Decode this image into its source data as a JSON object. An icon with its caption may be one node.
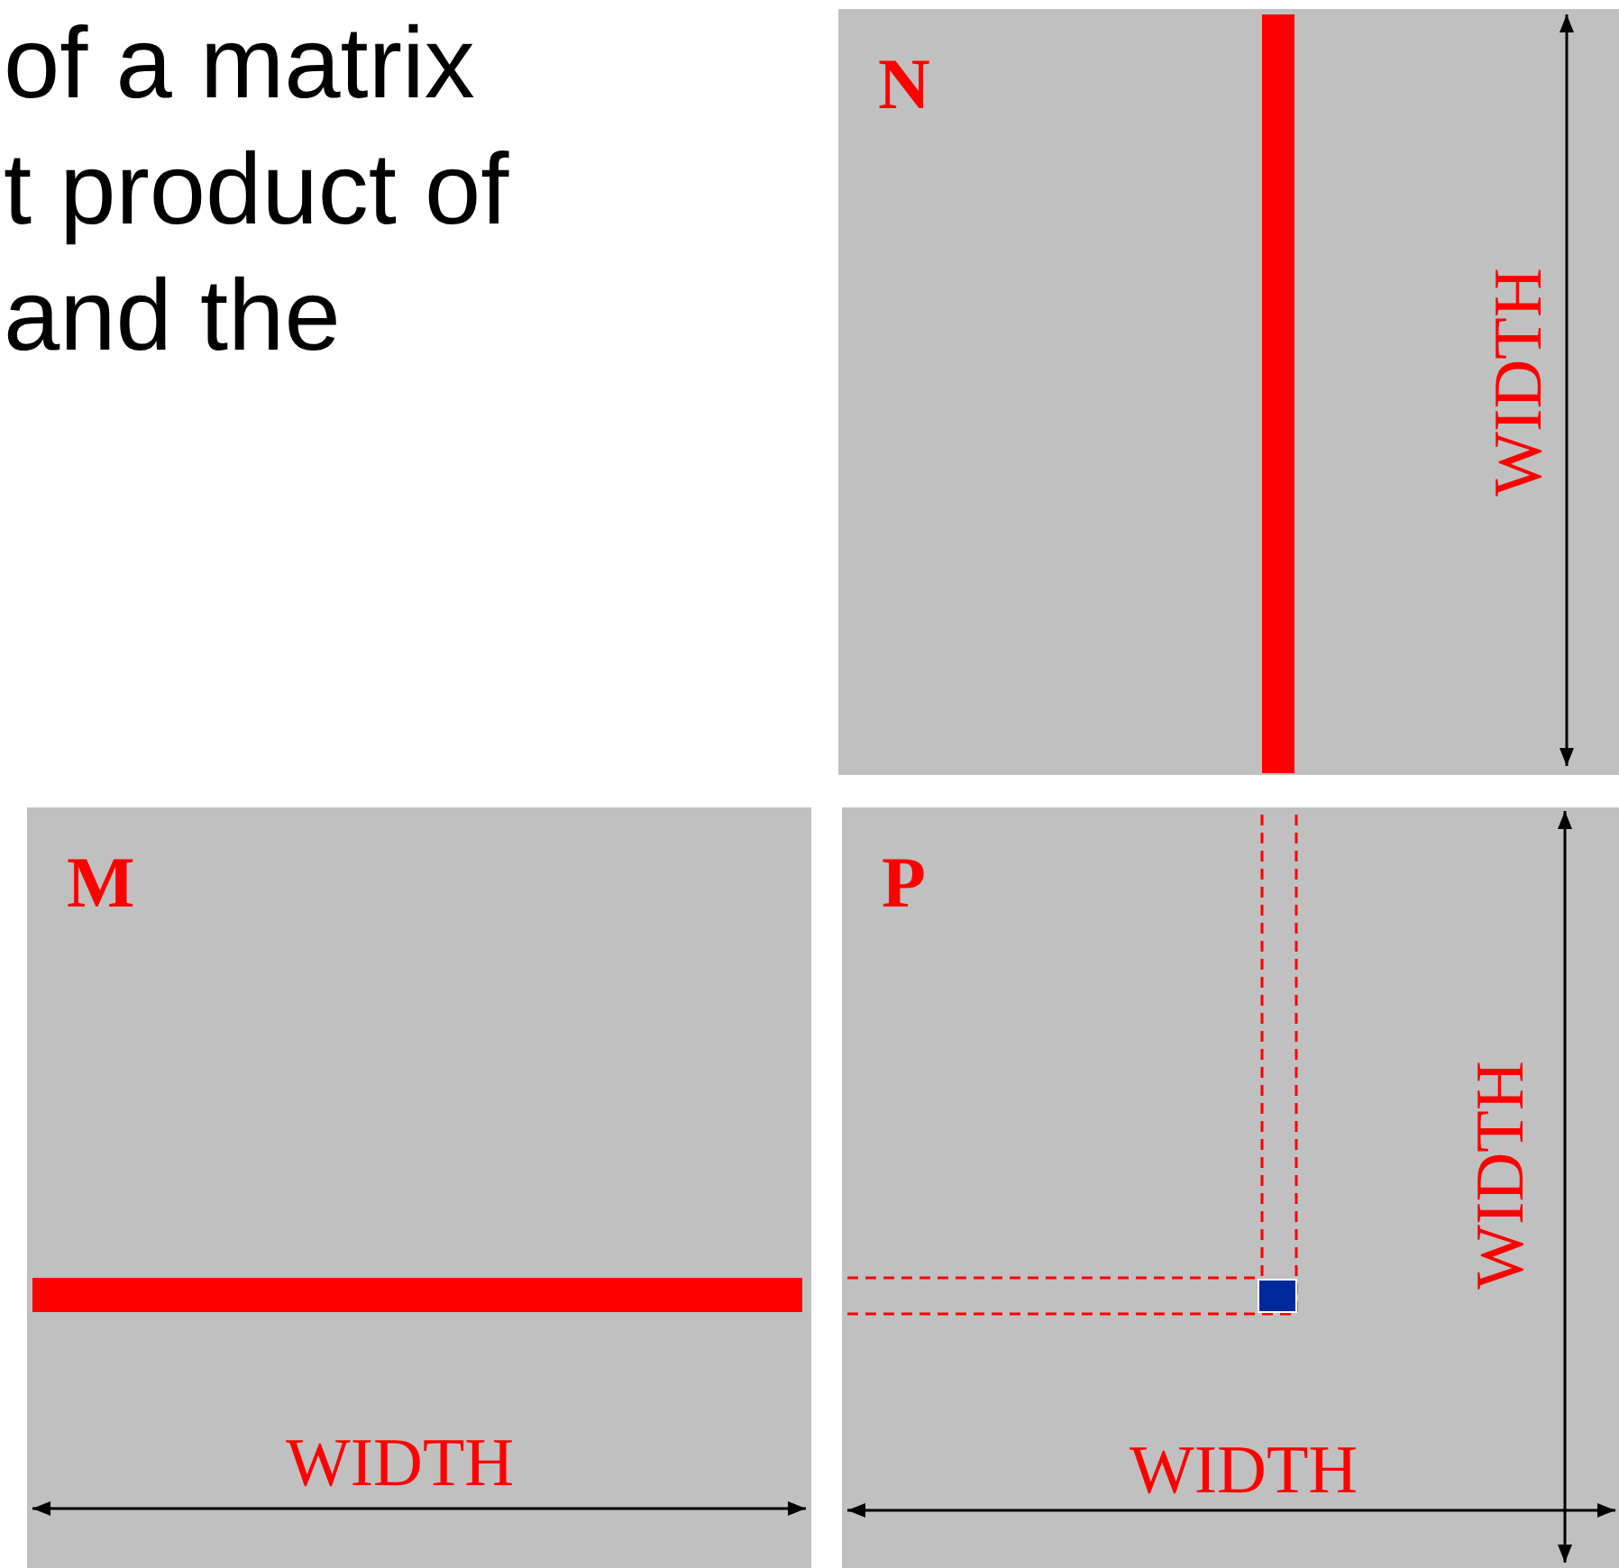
{
  "diagram": {
    "nodes": [
      {
        "text": [
          "N"
        ]
      },
      {
        "text": [
          "M"
        ]
      },
      {
        "text": [
          "P"
        ]
      }
    ],
    "labels": [
      "of a matrix t product of and the",
      "WIDTH",
      "WIDTH",
      "WIDTH",
      "WIDTH"
    ]
  }
}
